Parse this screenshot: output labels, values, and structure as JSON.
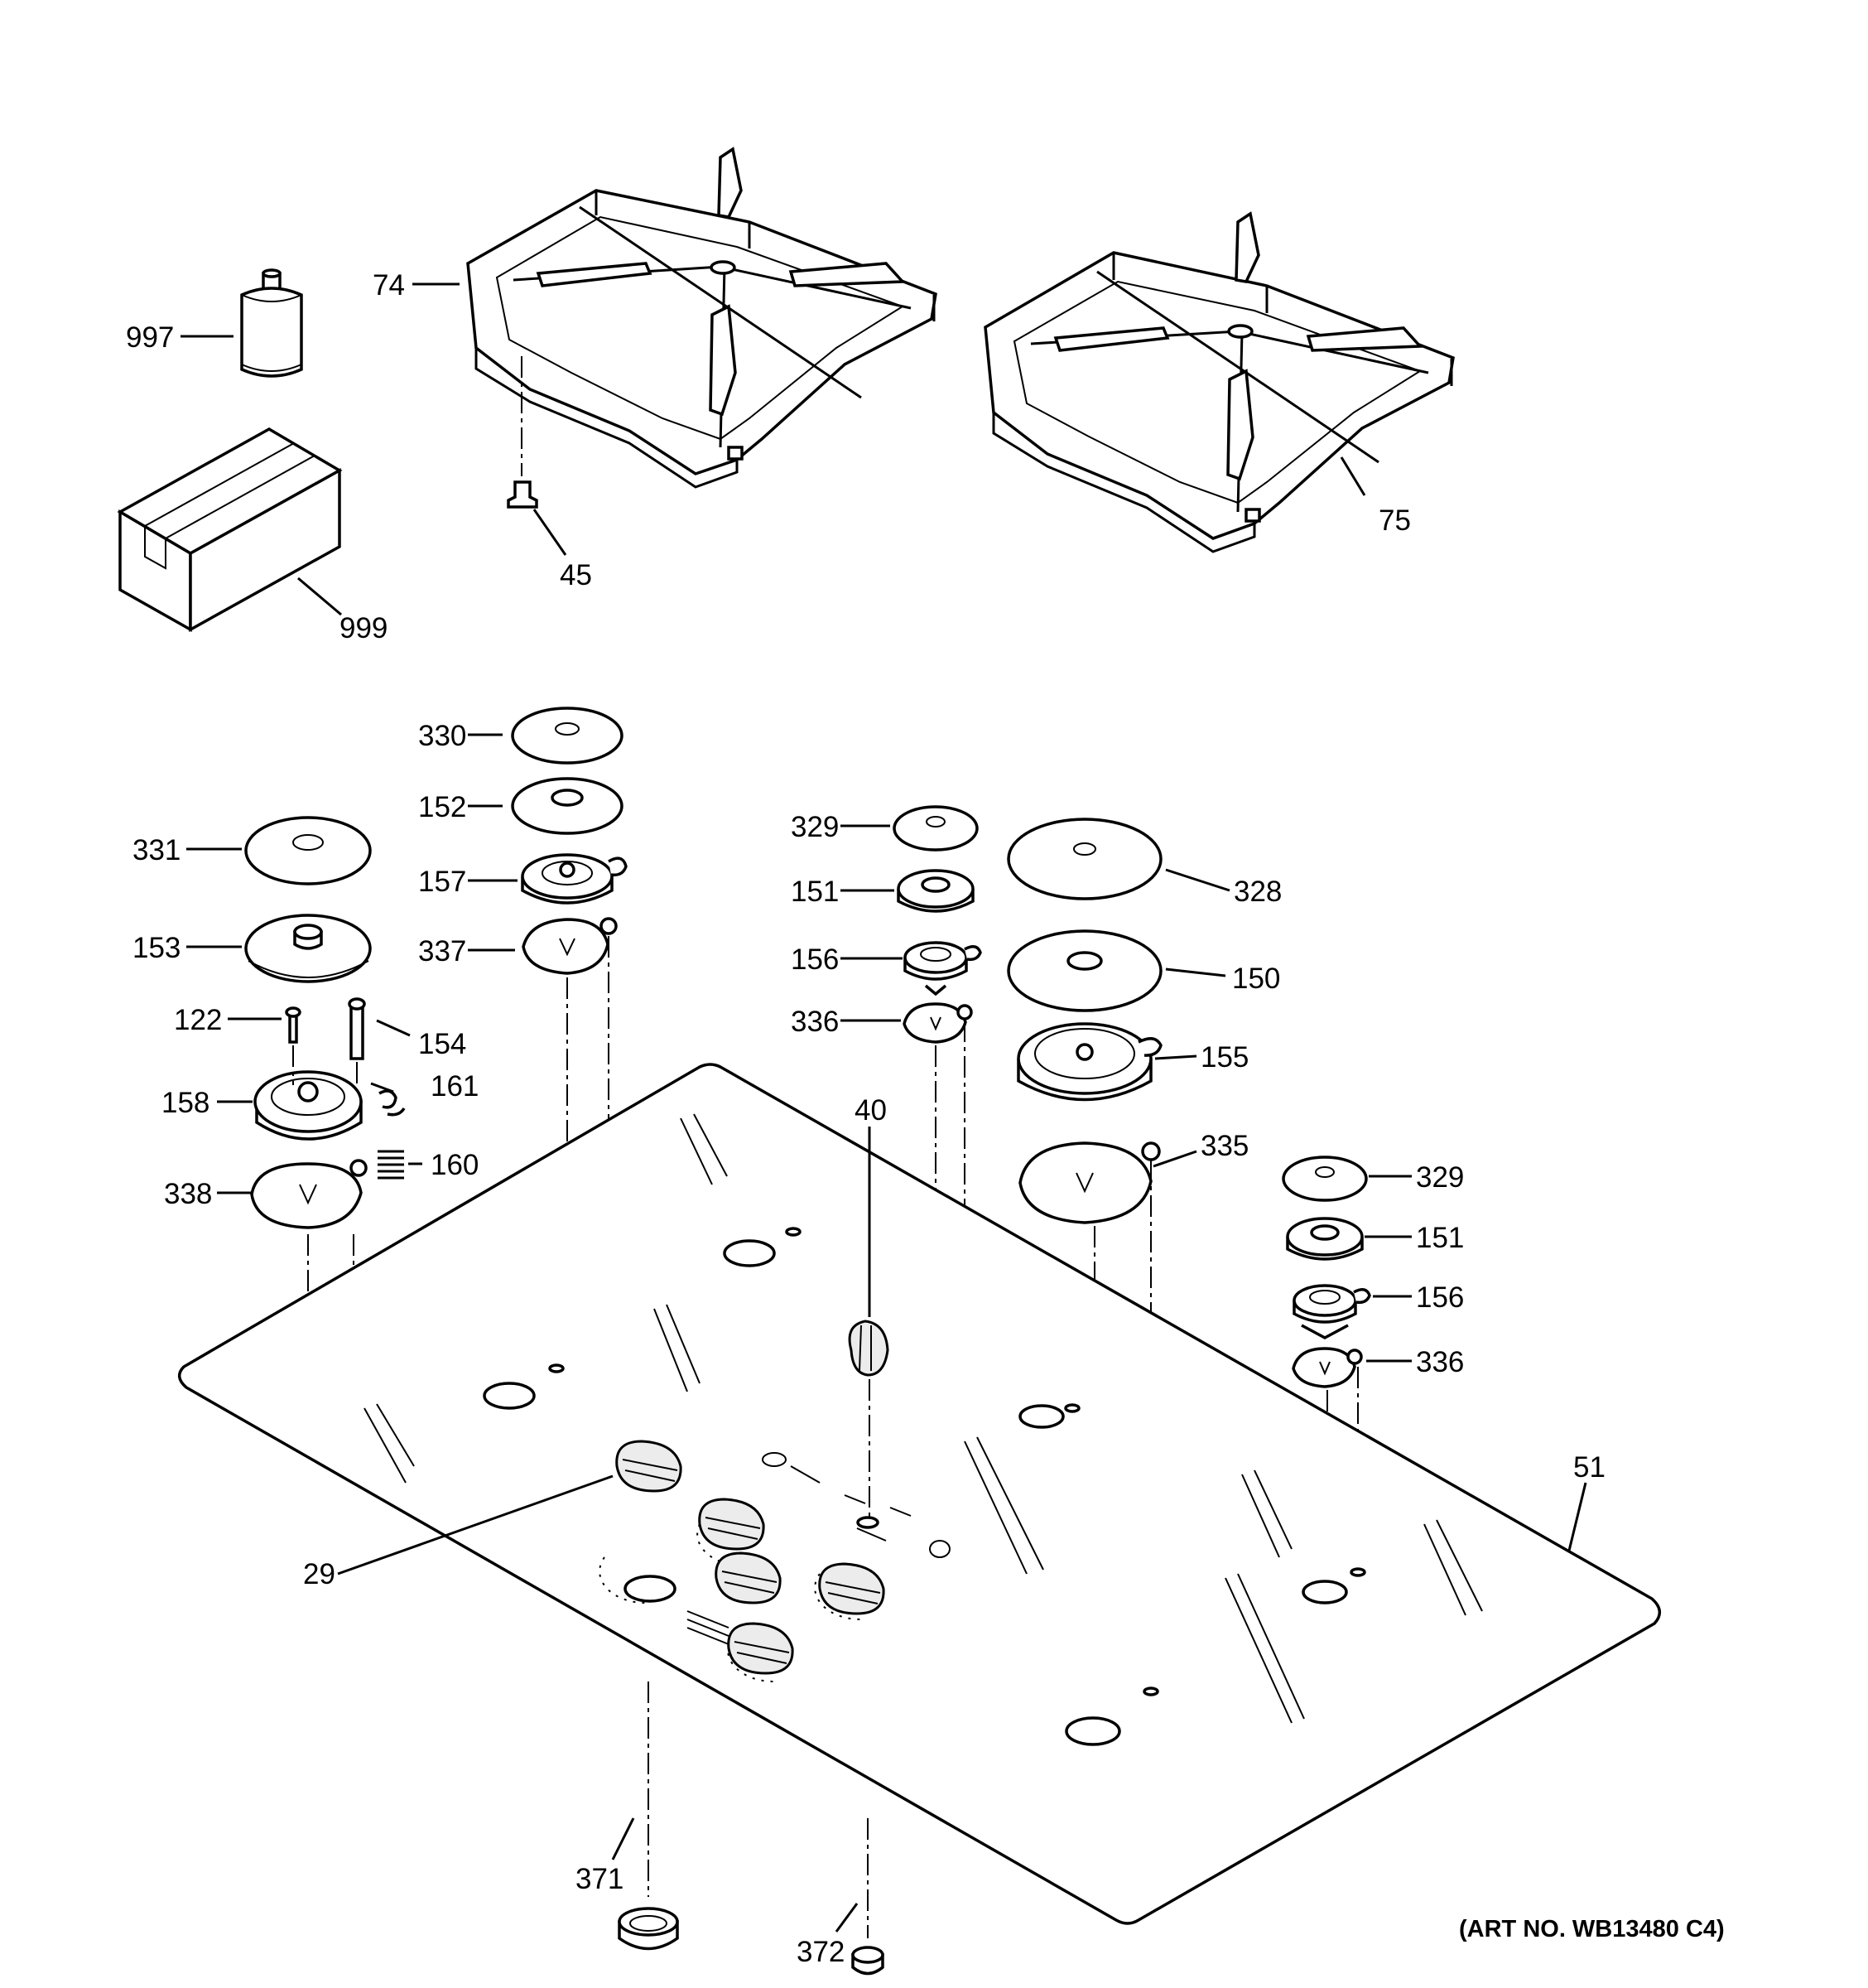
{
  "art_number": "(ART NO. WB13480 C4)",
  "labels": {
    "p74": "74",
    "p75": "75",
    "p45": "45",
    "p997": "997",
    "p999": "999",
    "p330": "330",
    "p152": "152",
    "p157": "157",
    "p337": "337",
    "p331": "331",
    "p153": "153",
    "p122": "122",
    "p154": "154",
    "p158": "158",
    "p161": "161",
    "p160": "160",
    "p338": "338",
    "p329a": "329",
    "p151a": "151",
    "p156a": "156",
    "p336a": "336",
    "p328": "328",
    "p150": "150",
    "p155": "155",
    "p335": "335",
    "p40": "40",
    "p329b": "329",
    "p151b": "151",
    "p156b": "156",
    "p336b": "336",
    "p51": "51",
    "p29": "29",
    "p371": "371",
    "p372": "372"
  }
}
